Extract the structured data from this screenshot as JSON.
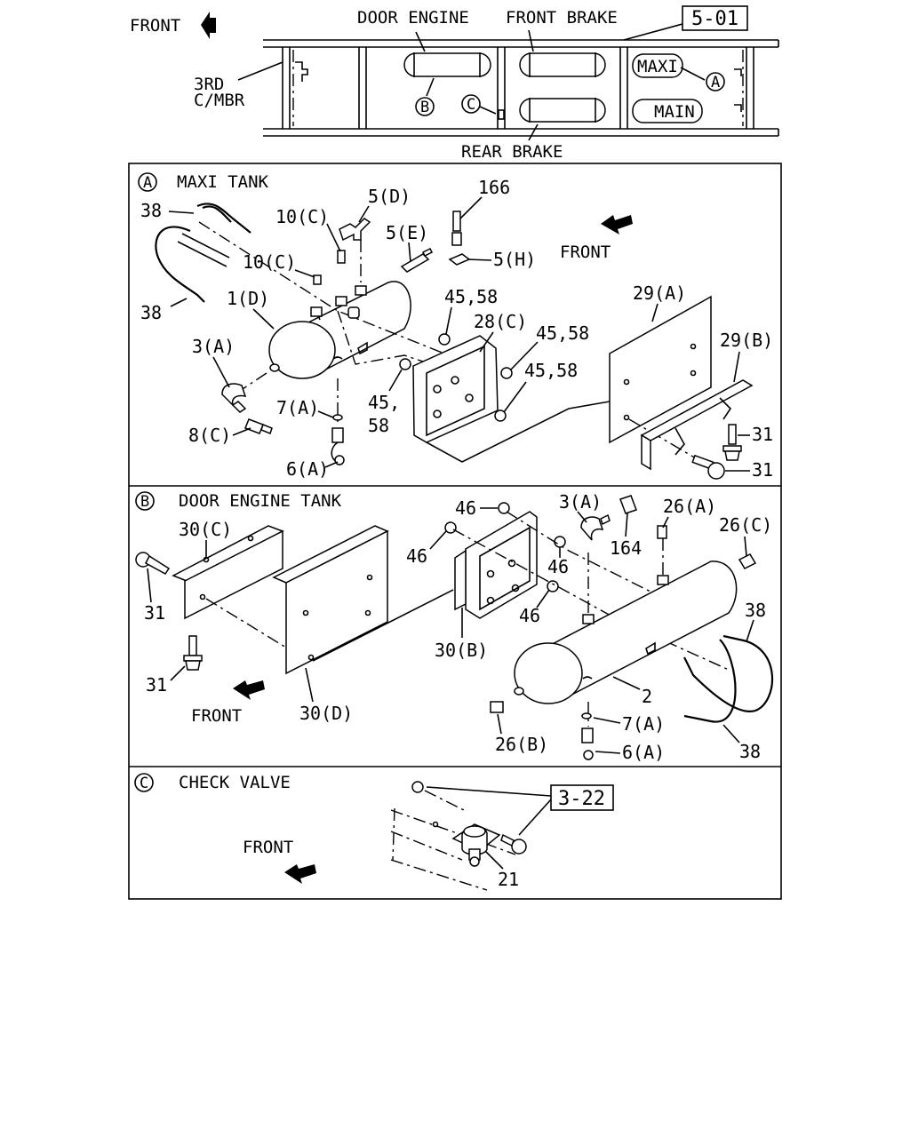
{
  "overview": {
    "front": "FRONT",
    "door_engine": "DOOR ENGINE",
    "front_brake": "FRONT BRAKE",
    "ref_5_01": "5-01",
    "third_cmbr_1": "3RD",
    "third_cmbr_2": "C/MBR",
    "maxi": "MAXI",
    "main": "MAIN",
    "rear_brake": "REAR BRAKE",
    "callout_a": "A",
    "callout_b": "B",
    "callout_c": "C"
  },
  "section_a": {
    "letter": "A",
    "title": "MAXI TANK",
    "front": "FRONT",
    "labels": {
      "l38a": "38",
      "l38b": "38",
      "l10c_1": "10(C)",
      "l10c_2": "10(C)",
      "l5d": "5(D)",
      "l5e": "5(E)",
      "l166": "166",
      "l5h": "5(H)",
      "l1d": "1(D)",
      "l3a": "3(A)",
      "l8c": "8(C)",
      "l7a": "7(A)",
      "l6a": "6(A)",
      "l45_58_a": "45,58",
      "l28c": "28(C)",
      "l45_58_b": "45,58",
      "l45_58_c": "45,58",
      "l45": "45,",
      "l58": "58",
      "l29a": "29(A)",
      "l29b": "29(B)",
      "l31a": "31",
      "l31b": "31"
    }
  },
  "section_b": {
    "letter": "B",
    "title": "DOOR ENGINE TANK",
    "front": "FRONT",
    "labels": {
      "l30c": "30(C)",
      "l31a": "31",
      "l31b": "31",
      "l30d": "30(D)",
      "l46a": "46",
      "l46b": "46",
      "l46c": "46",
      "l46d": "46",
      "l30b": "30(B)",
      "l3a": "3(A)",
      "l164": "164",
      "l26a": "26(A)",
      "l26c": "26(C)",
      "l38a": "38",
      "l38b": "38",
      "l2": "2",
      "l26b": "26(B)",
      "l7a": "7(A)",
      "l6a": "6(A)"
    }
  },
  "section_c": {
    "letter": "C",
    "title": "CHECK VALVE",
    "front": "FRONT",
    "ref_3_22": "3-22",
    "l21": "21"
  }
}
